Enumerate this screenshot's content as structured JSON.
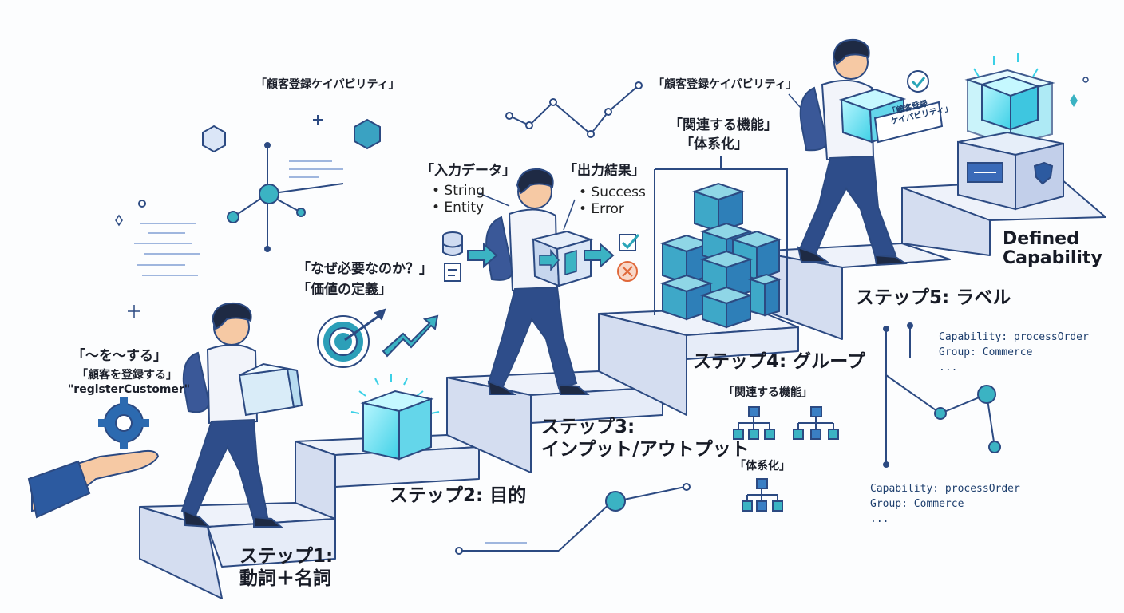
{
  "step1": {
    "title_lines": [
      "ステップ1:",
      "動詞＋名詞"
    ],
    "pattern": "「〜を〜する」",
    "example_ja": "「顧客を登録する」",
    "example_en": "\"registerCustomer\""
  },
  "step2": {
    "title": "ステップ2: 目的",
    "notes": [
      "「なぜ必要なのか？」",
      "「価値の定義」"
    ]
  },
  "step3": {
    "title_lines": [
      "ステップ3:",
      "インプット/アウトプット"
    ],
    "input_heading": "「入力データ」",
    "input_items": [
      "• String",
      "• Entity"
    ],
    "output_heading": "「出力結果」",
    "output_items": [
      "• Success",
      "• Error"
    ]
  },
  "step4": {
    "title": "ステップ4: グループ",
    "notes": [
      "「関連する機能」",
      "「体系化」"
    ],
    "tree_labels": [
      "「関連する機能」",
      "「体系化」"
    ]
  },
  "step5": {
    "title": "ステップ5: ラベル",
    "box_label_lines": [
      "「顧客登録",
      "ケイパビリティ」"
    ]
  },
  "top_label": "「顧客登録ケイパビリティ」",
  "top_label_2": "「顧客登録ケイパビリティ」",
  "result": {
    "lines": [
      "Defined",
      "Capability"
    ]
  },
  "code_snippets": [
    [
      "Capability: processOrder",
      "Group: Commerce",
      "..."
    ],
    [
      "Capability: processOrder",
      "Group: Commerce",
      "..."
    ]
  ],
  "colors": {
    "accent_teal": "#2aa6b8",
    "figure_navy": "#2c4a82",
    "step_face": "#d4ddf0",
    "cube_blue": "#3a93c6",
    "error_orange": "#e0683a"
  }
}
